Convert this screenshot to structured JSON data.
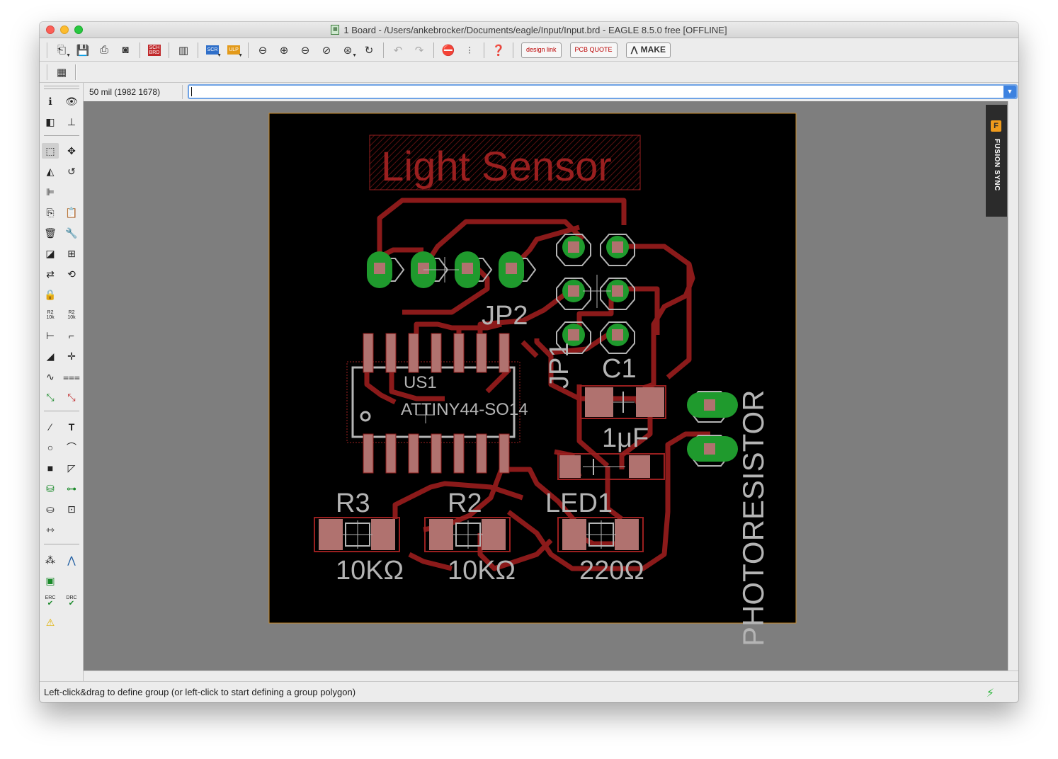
{
  "window": {
    "title": "1 Board - /Users/ankebrocker/Documents/eagle/Input/Input.brd - EAGLE 8.5.0 free [OFFLINE]"
  },
  "toolbar": {
    "sch_label": "SCH BRD",
    "scr_label": "SCR",
    "ulp_label": "ULP",
    "design_link_label": "design link",
    "pcb_quote_label": "PCB QUOTE",
    "make_label": "MAKE"
  },
  "command": {
    "coordinate": "50 mil (1982 1678)",
    "value": ""
  },
  "fusion_sync": {
    "label": "FUSION SYNC"
  },
  "leftbar": {
    "erc_label": "ERC",
    "drc_label": "DRC",
    "r2_label": "R2",
    "r2_value": "10k"
  },
  "board": {
    "title": "Light Sensor",
    "components": [
      {
        "ref": "JP2",
        "value": ""
      },
      {
        "ref": "JP1",
        "value": ""
      },
      {
        "ref": "US1",
        "value": "ATTINY44-SO14"
      },
      {
        "ref": "C1",
        "value": "1μF"
      },
      {
        "ref": "R3",
        "value": "10KΩ"
      },
      {
        "ref": "R2",
        "value": "10KΩ"
      },
      {
        "ref": "LED1",
        "value": "220Ω"
      },
      {
        "ref": "PHOTORESISTOR",
        "value": ""
      }
    ]
  },
  "status": {
    "message": "Left-click&drag to define group (or left-click to start defining a group polygon)"
  },
  "colors": {
    "board_bg": "#000000",
    "trace": "#8b1a1a",
    "pad_smd": "#b0726f",
    "pad_tht": "#1f9a2d",
    "silkscreen": "#b4b4b4",
    "title_red": "#9a1f1f",
    "canvas_bg": "#7e7e7e"
  }
}
